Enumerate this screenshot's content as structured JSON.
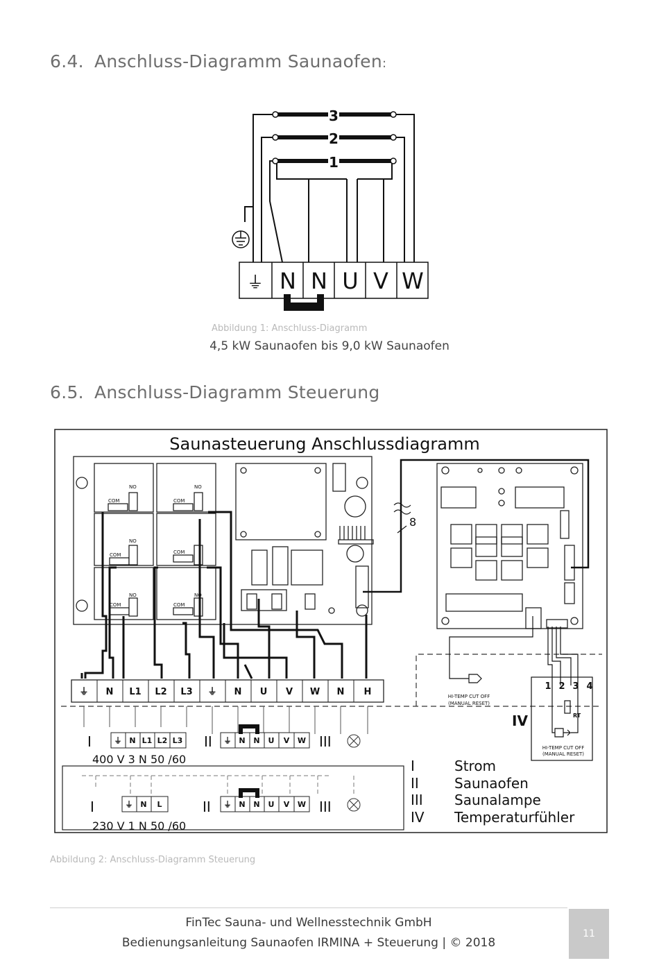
{
  "section1": {
    "number": "6.4.",
    "title": "Anschluss-Diagramm Saunaofen",
    "colon": ":"
  },
  "figure1": {
    "caption": "Abbildung 1: Anschluss-Diagramm",
    "subtitle": "4,5 kW Saunaofen bis 9,0 kW Saunaofen",
    "element_numbers": [
      "3",
      "2",
      "1"
    ],
    "terminals": [
      "⏚",
      "N",
      "N",
      "U",
      "V",
      "W"
    ]
  },
  "section2": {
    "number": "6.5.",
    "title": "Anschluss-Diagramm Steuerung"
  },
  "figure2": {
    "title": "Saunasteuerung Anschlussdiagramm",
    "caption": "Abbildung 2: Anschluss-Diagramm Steuerung",
    "terminal_strip": [
      "⏚",
      "N",
      "L1",
      "L2",
      "L3",
      "⏚",
      "N",
      "U",
      "V",
      "W",
      "N",
      "H"
    ],
    "relay_com": "COM",
    "relay_no": "NO",
    "cable_number": "8",
    "hi_temp_top": [
      "HI-TEMP CUT OFF",
      "(MANUAL RESET)"
    ],
    "hi_temp_bottom": [
      "HI-TEMP CUT OFF",
      "(MANUAL RESET)"
    ],
    "sensor_pins": [
      "1",
      "2",
      "3",
      "4"
    ],
    "sensor_rt": "RT",
    "group3ph": {
      "i": "I",
      "terms": [
        "⏚",
        "N",
        "L1",
        "L2",
        "L3"
      ],
      "ii": "II",
      "oven": [
        "⏚",
        "N",
        "N",
        "U",
        "V",
        "W"
      ],
      "iii": "III",
      "label": "400 V 3 N 50 /60"
    },
    "group1ph": {
      "i": "I",
      "terms": [
        "⏚",
        "N",
        "L"
      ],
      "ii": "II",
      "oven": [
        "⏚",
        "N",
        "N",
        "U",
        "V",
        "W"
      ],
      "iii": "III",
      "label": "230 V 1 N 50 /60"
    },
    "roman_iv": "IV",
    "legend": [
      {
        "num": "I",
        "text": "Strom"
      },
      {
        "num": "II",
        "text": "Saunaofen"
      },
      {
        "num": "III",
        "text": "Saunalampe"
      },
      {
        "num": "IV",
        "text": "Temperaturfühler"
      }
    ]
  },
  "footer": {
    "company": "FinTec Sauna- und Wellnesstechnik GmbH",
    "manual": "Bedienungsanleitung Saunaofen IRMINA + Steuerung | © 2018",
    "page": "11"
  }
}
